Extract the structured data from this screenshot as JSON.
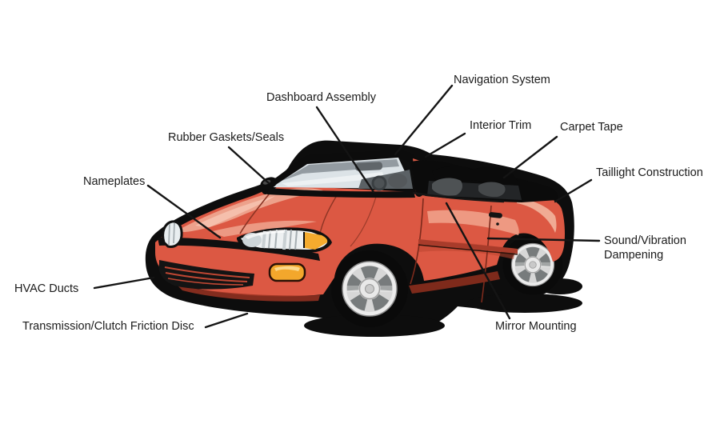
{
  "figure": {
    "type": "labeled-diagram",
    "subject": "Red convertible car with part callouts"
  },
  "diagram": {
    "labels": [
      {
        "id": "navigation-system",
        "text": "Navigation System"
      },
      {
        "id": "dashboard-assembly",
        "text": "Dashboard Assembly"
      },
      {
        "id": "interior-trim",
        "text": "Interior Trim"
      },
      {
        "id": "carpet-tape",
        "text": "Carpet Tape"
      },
      {
        "id": "rubber-gaskets-seals",
        "text": "Rubber Gaskets/Seals"
      },
      {
        "id": "taillight-construction",
        "text": "Taillight Construction"
      },
      {
        "id": "nameplates",
        "text": "Nameplates"
      },
      {
        "id": "sound-vibration-dampening",
        "text": "Sound/Vibration Dampening"
      },
      {
        "id": "hvac-ducts",
        "text": "HVAC Ducts"
      },
      {
        "id": "transmission-clutch-friction-disc",
        "text": "Transmission/Clutch Friction Disc"
      },
      {
        "id": "mirror-mounting",
        "text": "Mirror Mounting"
      }
    ]
  },
  "colors": {
    "background": "#ffffff",
    "outline_black": "#0d0d0d",
    "body_red": "#dc5843",
    "body_highlight": "#f0a48e",
    "body_shadow": "#a83a28",
    "glass": "#dce3e7",
    "amber": "#f3a72c",
    "wheel_silver": "#ececec",
    "label_text": "#1b1b1b",
    "leader_line": "#141414"
  }
}
